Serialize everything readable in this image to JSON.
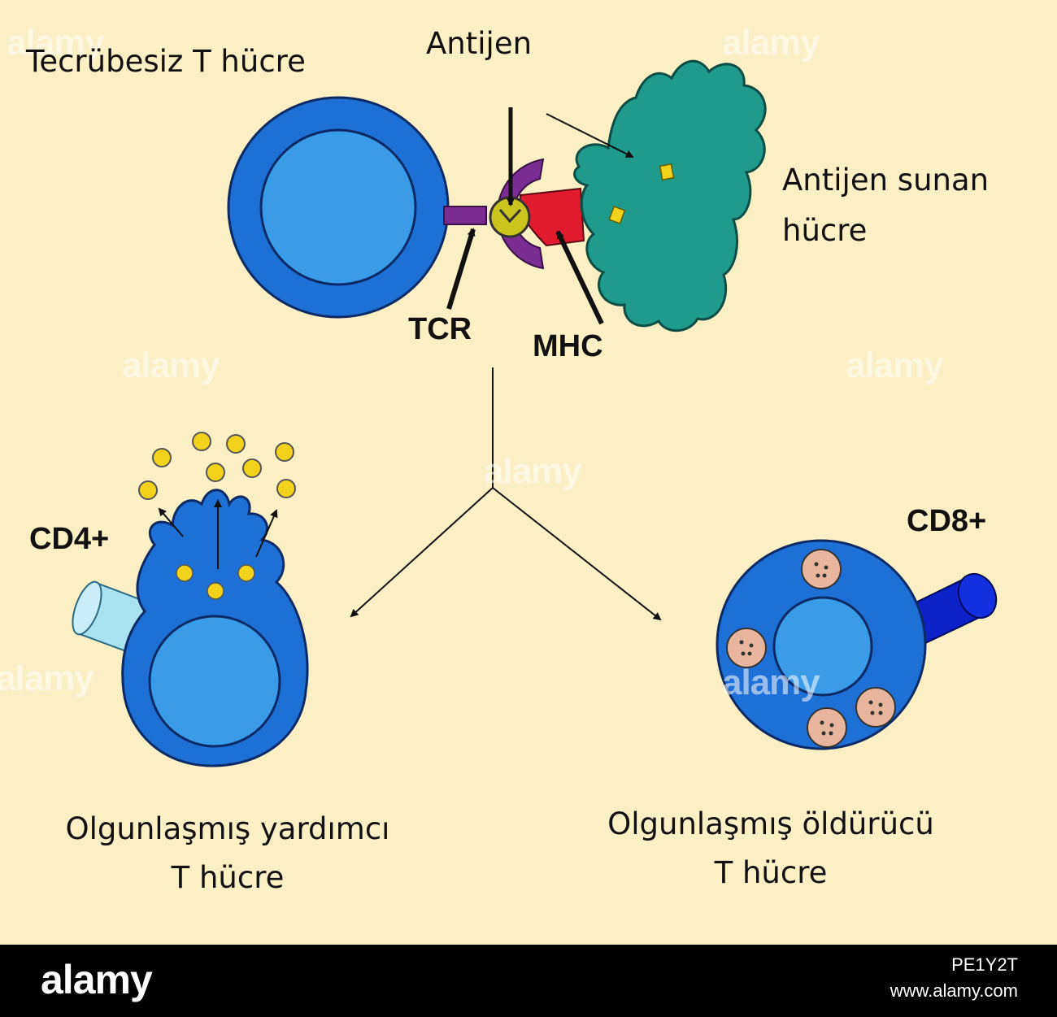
{
  "labels": {
    "naive_t_cell": "Tecrübesiz T hücre",
    "antigen": "Antijen",
    "apc_line1": "Antijen sunan",
    "apc_line2": "hücre",
    "tcr": "TCR",
    "mhc": "MHC",
    "cd4": "CD4+",
    "cd8": "CD8+",
    "helper_line1": "Olgunlaşmış yardımcı",
    "helper_line2": "T hücre",
    "killer_line1": "Olgunlaşmış öldürücü",
    "killer_line2": "T hücre"
  },
  "watermark": "alamy",
  "footer": {
    "logo": "alamy",
    "image_id": "PE1Y2T",
    "url": "www.alamy.com"
  },
  "colors": {
    "background": "#FBEFC4",
    "cell_outer": "#1E6FD6",
    "cell_nucleus": "#3A9BE8",
    "apc": "#1E9B8A",
    "tcr": "#7B2C93",
    "mhc": "#E11B2C",
    "antigen": "#C9C51E",
    "cytokine": "#F2D21B",
    "cd4_receptor": "#A9E2F0",
    "cd8_receptor": "#0A22C8",
    "granule": "#E9B69D"
  }
}
